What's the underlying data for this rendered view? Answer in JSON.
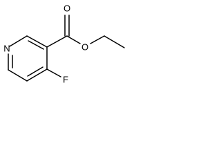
{
  "atoms": {
    "nitrogen": "N",
    "fluorine": "F",
    "carbonyl_oxygen": "O",
    "ester_oxygen": "O"
  }
}
